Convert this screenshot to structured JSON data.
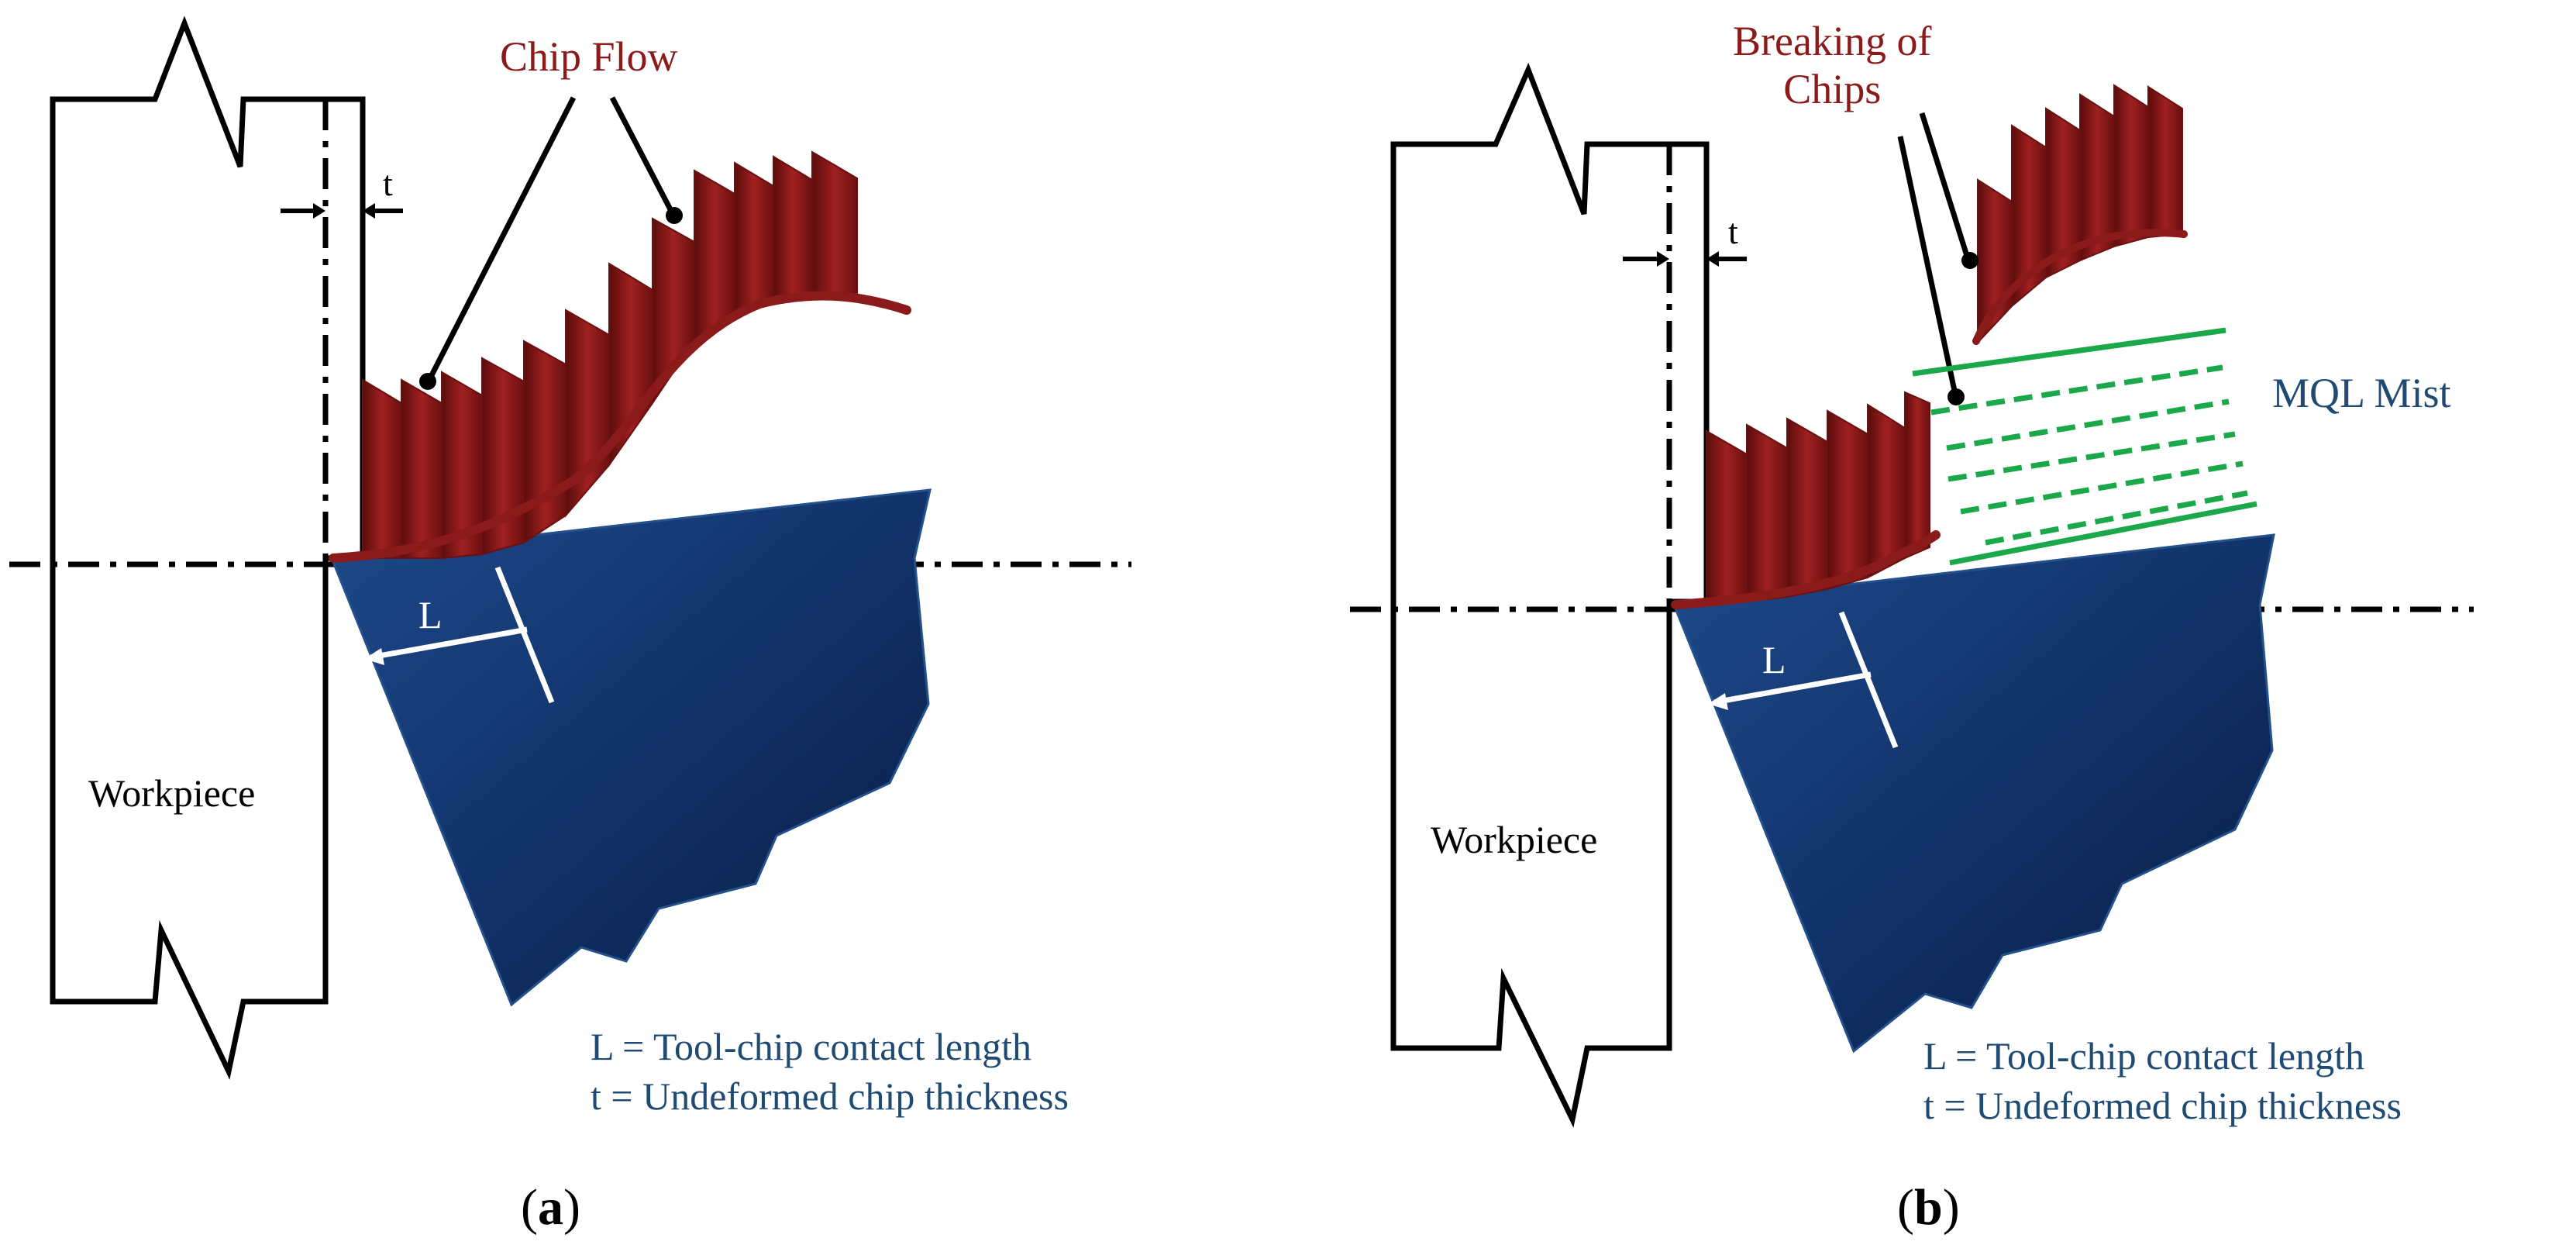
{
  "panels": [
    {
      "id": "a",
      "caption_letter": "a",
      "workpiece_label": "Workpiece",
      "t_label": "t",
      "L_label": "L",
      "chip_label": "Chip Flow",
      "legend_L": "L = Tool-chip contact length",
      "legend_t": "t = Undeformed chip thickness"
    },
    {
      "id": "b",
      "caption_letter": "b",
      "workpiece_label": "Workpiece",
      "t_label": "t",
      "L_label": "L",
      "chip_label_line1": "Breaking of",
      "chip_label_line2": "Chips",
      "mist_label": "MQL Mist",
      "legend_L": "L = Tool-chip contact length",
      "legend_t": "t = Undeformed chip thickness"
    }
  ],
  "colors": {
    "tool": "#0e2a5c",
    "tool_light": "#1c4582",
    "chip": "#8b1a1a",
    "chip_dark": "#5a0c0c",
    "mist": "#1aa84a",
    "label_blue": "#1f4a73",
    "label_red": "#8b1a1a",
    "outline": "#000000"
  }
}
